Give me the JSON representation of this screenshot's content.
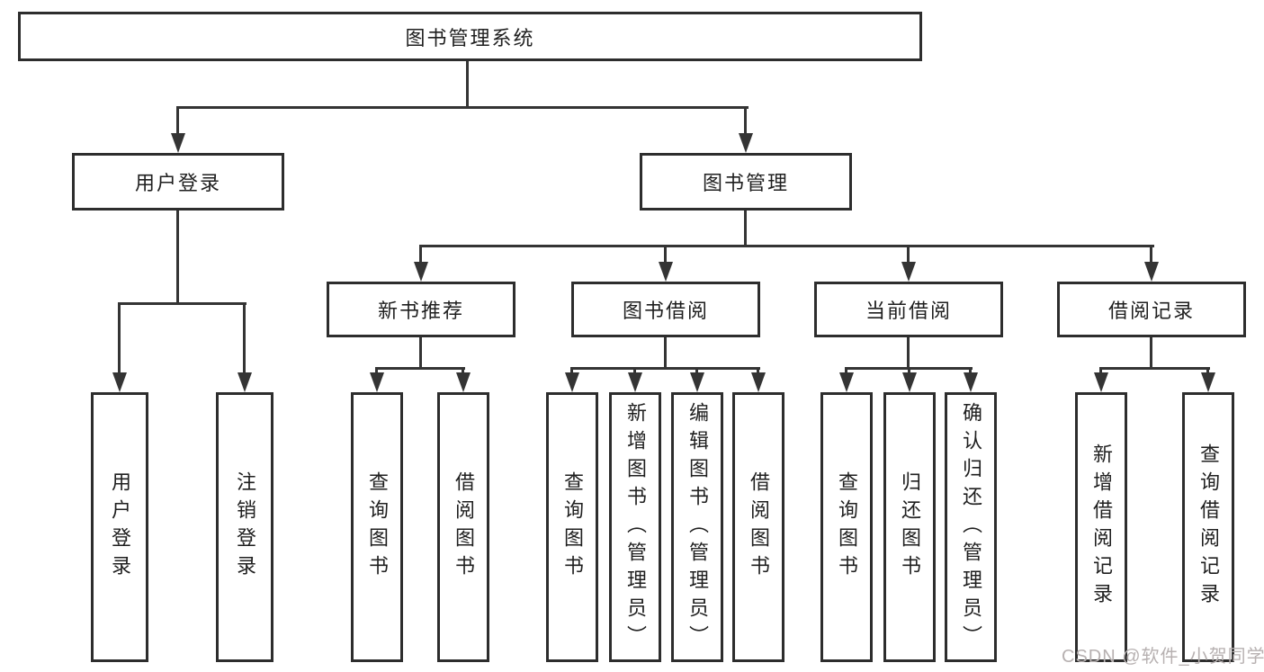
{
  "diagram": {
    "title": "图书管理系统",
    "root": {
      "label": "图书管理系统"
    },
    "user_login": {
      "label": "用户登录",
      "children": [
        {
          "label": "用户登录"
        },
        {
          "label": "注销登录"
        }
      ]
    },
    "book_management": {
      "label": "图书管理",
      "new_book_recommend": {
        "label": "新书推荐",
        "children": [
          {
            "label": "查询图书"
          },
          {
            "label": "借阅图书"
          }
        ]
      },
      "book_borrow": {
        "label": "图书借阅",
        "children": [
          {
            "label": "查询图书"
          },
          {
            "label": "新增图书（管理员）"
          },
          {
            "label": "编辑图书（管理员）"
          },
          {
            "label": "借阅图书"
          }
        ]
      },
      "current_borrow": {
        "label": "当前借阅",
        "children": [
          {
            "label": "查询图书"
          },
          {
            "label": "归还图书"
          },
          {
            "label": "确认归还（管理员）"
          }
        ]
      },
      "borrow_record": {
        "label": "借阅记录",
        "children": [
          {
            "label": "新增借阅记录"
          },
          {
            "label": "查询借阅记录"
          }
        ]
      }
    }
  },
  "watermark": {
    "text": "CSDN @软件_小贺同学",
    "color": "#b7b1b1"
  },
  "colors": {
    "line": "#343434",
    "box_border": "#2d2d2d",
    "text": "#1f1f1f",
    "background": "#ffffff"
  }
}
